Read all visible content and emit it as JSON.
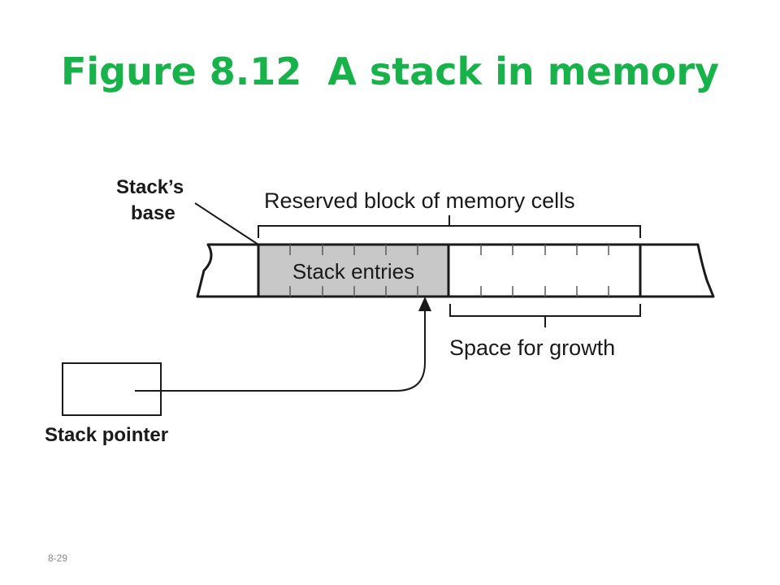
{
  "title": "Figure 8.12  A stack in memory",
  "colors": {
    "title": "#18b24b",
    "stack_fill": "#c8c8c8",
    "line": "#1a1a1a",
    "slide_number": "#8a8a8a"
  },
  "diagram": {
    "labels": {
      "stack_base_line1": "Stack’s",
      "stack_base_line2": "base",
      "reserved_block": "Reserved block of memory cells",
      "stack_entries": "Stack entries",
      "space_for_growth": "Space for growth",
      "stack_pointer": "Stack pointer"
    }
  },
  "footer": {
    "slide_number": "8-29"
  }
}
